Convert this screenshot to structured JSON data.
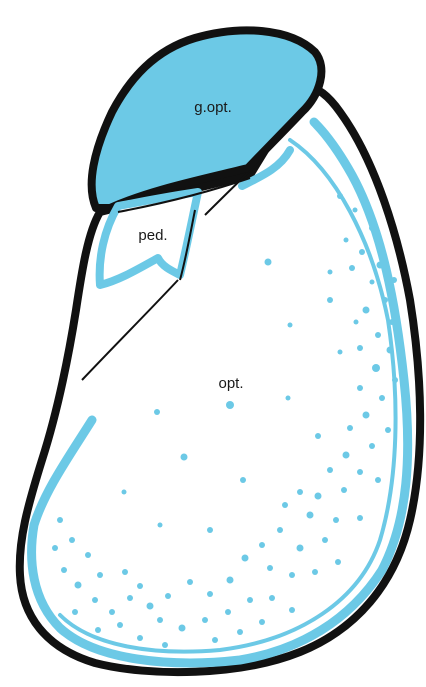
{
  "labels": {
    "optic_gland": "g.opt.",
    "peduncle": "ped.",
    "optic_lobe": "opt."
  },
  "colors": {
    "fill_blue": "#6cc9e6",
    "outline": "#111111",
    "background": "#ffffff"
  }
}
